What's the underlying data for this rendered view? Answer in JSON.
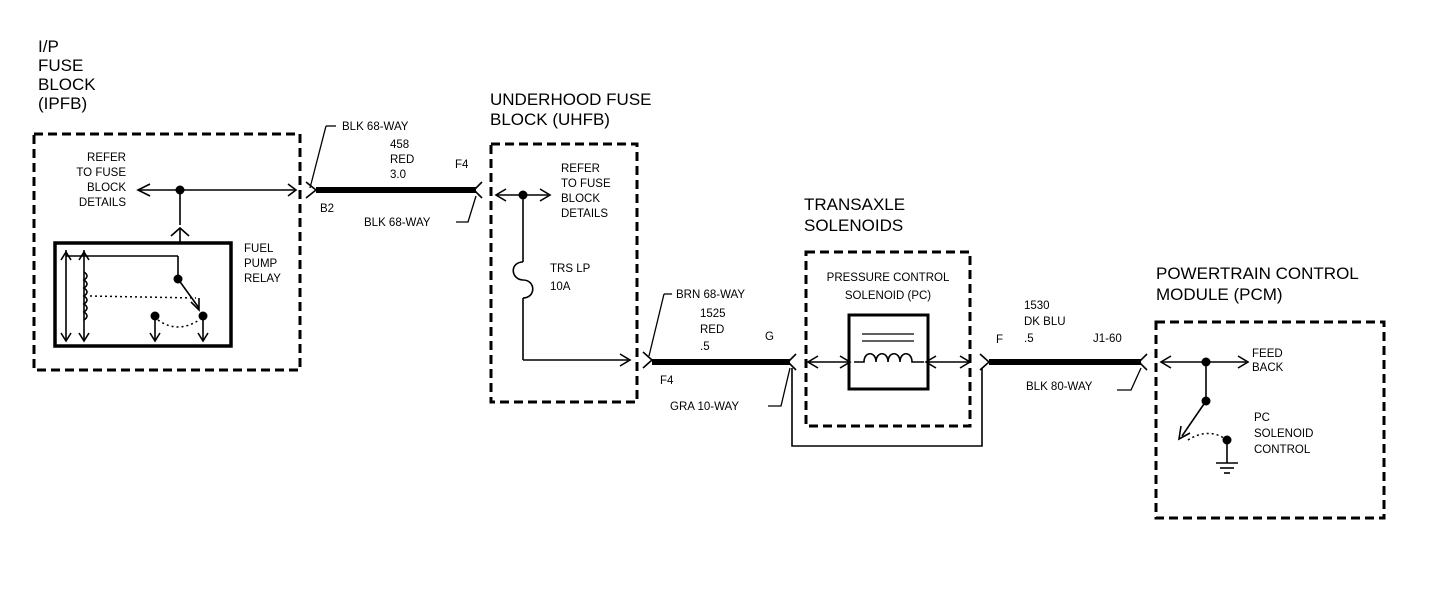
{
  "ipfb": {
    "title": [
      "I/P",
      "FUSE",
      "BLOCK",
      "(IPFB)"
    ],
    "refer": [
      "REFER",
      "TO FUSE",
      "BLOCK",
      "DETAILS"
    ],
    "relay": [
      "FUEL",
      "PUMP",
      "RELAY"
    ]
  },
  "wire1": {
    "connector_top": "BLK 68-WAY",
    "circuit": "458",
    "color": "RED",
    "gauge": "3.0",
    "pin_left": "B2",
    "pin_right": "F4",
    "connector_bottom": "BLK 68-WAY"
  },
  "uhfb": {
    "title": [
      "UNDERHOOD FUSE",
      "BLOCK (UHFB)"
    ],
    "refer": [
      "REFER",
      "TO FUSE",
      "BLOCK",
      "DETAILS"
    ],
    "fuse": [
      "TRS LP",
      "10A"
    ]
  },
  "wire2": {
    "connector_top": "BRN 68-WAY",
    "circuit": "1525",
    "color": "RED",
    "gauge": ".5",
    "pin_left": "F4",
    "pin_right": "G",
    "connector_bottom": "GRA 10-WAY"
  },
  "transaxle": {
    "title": [
      "TRANSAXLE",
      "SOLENOIDS"
    ],
    "pc": [
      "PRESSURE CONTROL",
      "SOLENOID (PC)"
    ]
  },
  "wire3": {
    "pin_left": "F",
    "circuit": "1530",
    "color": "DK BLU",
    "gauge": ".5",
    "pin_right": "J1-60",
    "connector_bottom": "BLK 80-WAY"
  },
  "pcm": {
    "title": [
      "POWERTRAIN CONTROL",
      "MODULE (PCM)"
    ],
    "feedback": [
      "FEED",
      "BACK"
    ],
    "control": [
      "PC",
      "SOLENOID",
      "CONTROL"
    ]
  }
}
